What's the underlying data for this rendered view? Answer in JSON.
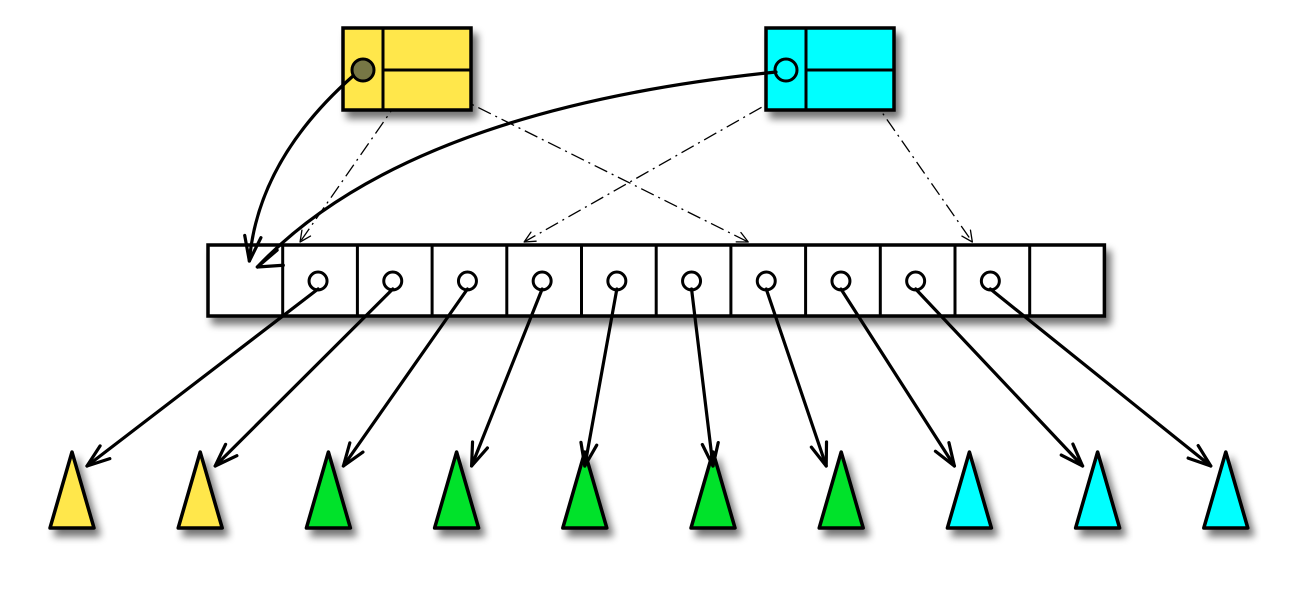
{
  "diagram": {
    "colors": {
      "yellow": "#FFE74C",
      "cyan": "#00FFFF",
      "green": "#00E22B",
      "stroke": "#000000",
      "cell_fill": "#FFFFFF"
    },
    "structures": [
      {
        "id": "yellow",
        "color": "yellow"
      },
      {
        "id": "cyan",
        "color": "cyan"
      }
    ],
    "array_cells": [
      {
        "index": 0,
        "has_pointer": false
      },
      {
        "index": 1,
        "has_pointer": true
      },
      {
        "index": 2,
        "has_pointer": true
      },
      {
        "index": 3,
        "has_pointer": true
      },
      {
        "index": 4,
        "has_pointer": true
      },
      {
        "index": 5,
        "has_pointer": true
      },
      {
        "index": 6,
        "has_pointer": true
      },
      {
        "index": 7,
        "has_pointer": true
      },
      {
        "index": 8,
        "has_pointer": true
      },
      {
        "index": 9,
        "has_pointer": true
      },
      {
        "index": 10,
        "has_pointer": true
      },
      {
        "index": 11,
        "has_pointer": false
      }
    ],
    "leaves": [
      "yellow",
      "yellow",
      "green",
      "green",
      "green",
      "green",
      "green",
      "cyan",
      "cyan",
      "cyan"
    ],
    "links": {
      "solid": [
        {
          "from": "yellow",
          "to_cell": 0
        },
        {
          "from": "cyan",
          "to_cell": 0
        }
      ],
      "dashed": [
        {
          "from": "yellow",
          "to_cell": 1
        },
        {
          "from": "yellow",
          "to_cell": 7
        },
        {
          "from": "cyan",
          "to_cell": 4
        },
        {
          "from": "cyan",
          "to_cell": 10
        }
      ]
    }
  }
}
